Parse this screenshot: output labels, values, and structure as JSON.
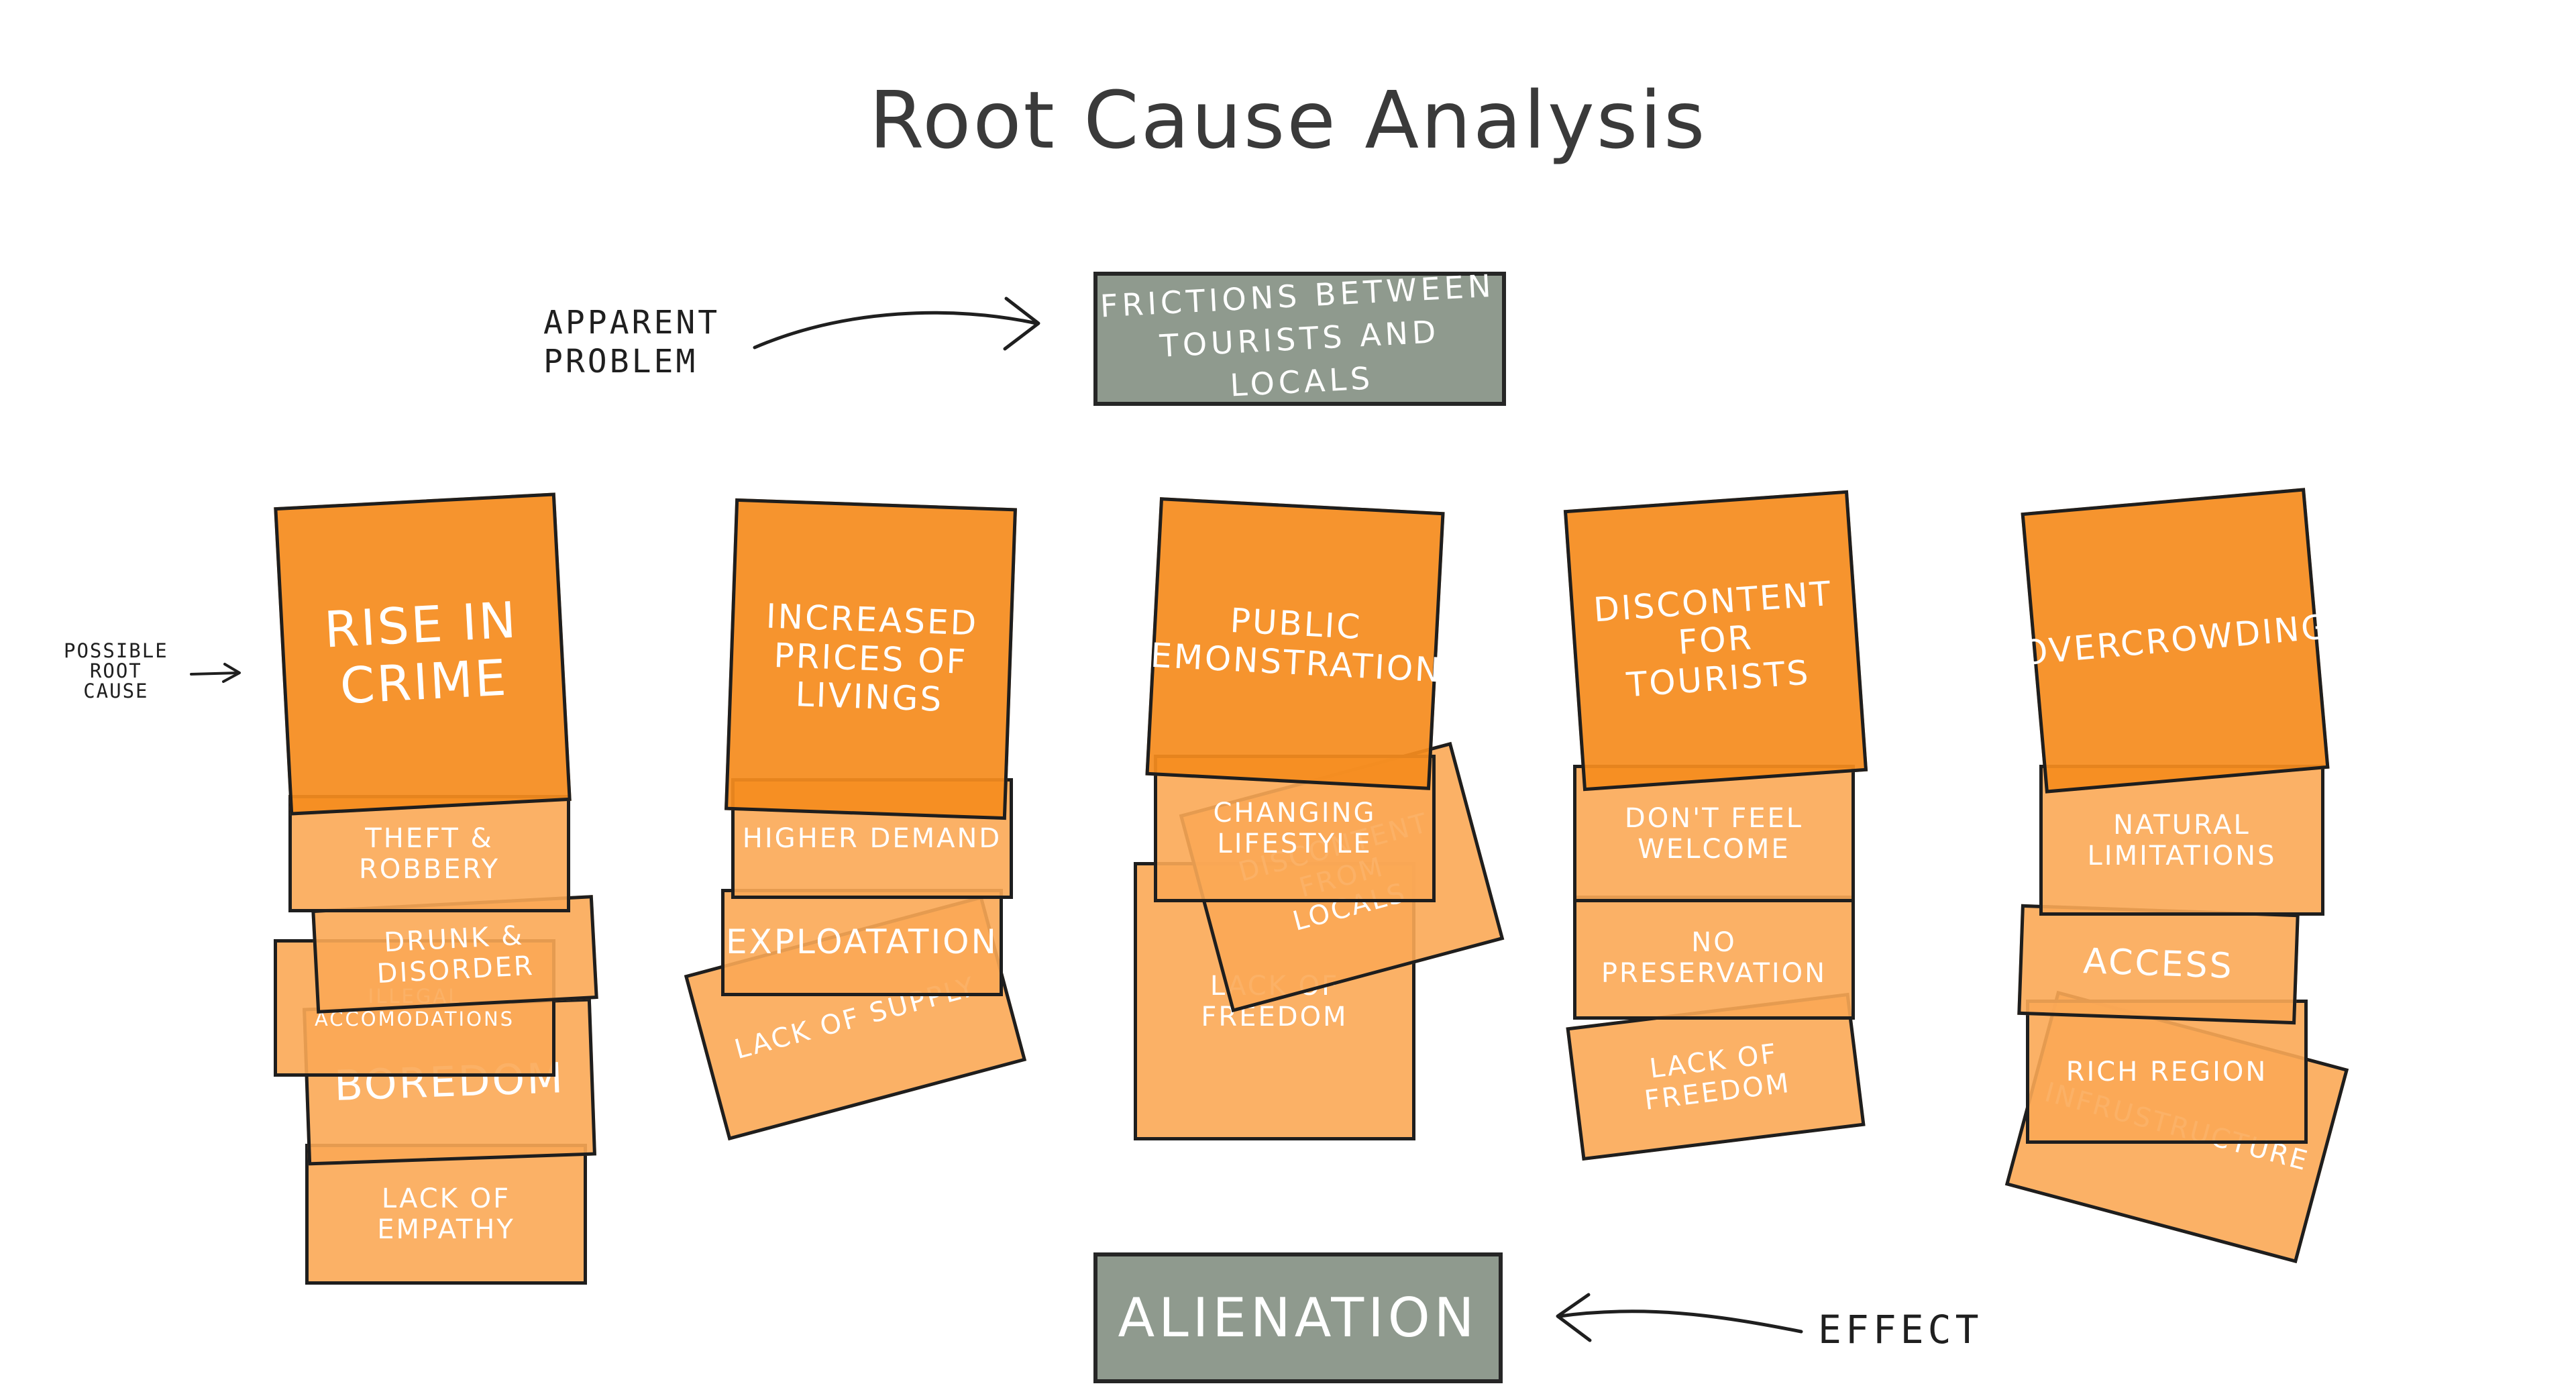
{
  "title": "Root Cause Analysis",
  "apparent_problem": {
    "label": "APPARENT\nPROBLEM",
    "text": "FRICTIONS BETWEEN\nTOURISTS AND LOCALS"
  },
  "possible_root_cause_label": "POSSIBLE\nROOT\nCAUSE",
  "effect": {
    "label": "EFFECT",
    "text": "ALIENATION"
  },
  "columns": [
    {
      "root_cause": "RISE IN\nCRIME",
      "causes": [
        "THEFT & ROBBERY",
        "DRUNK & DISORDER",
        "ILLEGAL ACCOMODATIONS",
        "BOREDOM",
        "LACK OF EMPATHY"
      ]
    },
    {
      "root_cause": "INCREASED\nPRICES OF\nLIVINGS",
      "causes": [
        "HIGHER DEMAND",
        "EXPLOATATION",
        "LACK OF SUPPLY"
      ]
    },
    {
      "root_cause": "PUBLIC\nDEMONSTRATIONS",
      "causes": [
        "CHANGING LIFESTYLE",
        "DISCONTENT FROM\nLOCALS",
        "LACK OF FREEDOM"
      ]
    },
    {
      "root_cause": "DISCONTENT\nFOR\nTOURISTS",
      "causes": [
        "DON'T FEEL WELCOME",
        "NO PRESERVATION",
        "LACK OF FREEDOM"
      ]
    },
    {
      "root_cause": "OVERCROWDING",
      "causes": [
        "NATURAL\nLIMITATIONS",
        "ACCESS",
        "RICH REGION",
        "INFRUSTRUCTURE"
      ]
    }
  ],
  "colors": {
    "root_cause_card": "#f58c1e",
    "cause_card": "#fba855",
    "gray_box": "#8f9a8e",
    "outline": "#1e1e1e"
  }
}
